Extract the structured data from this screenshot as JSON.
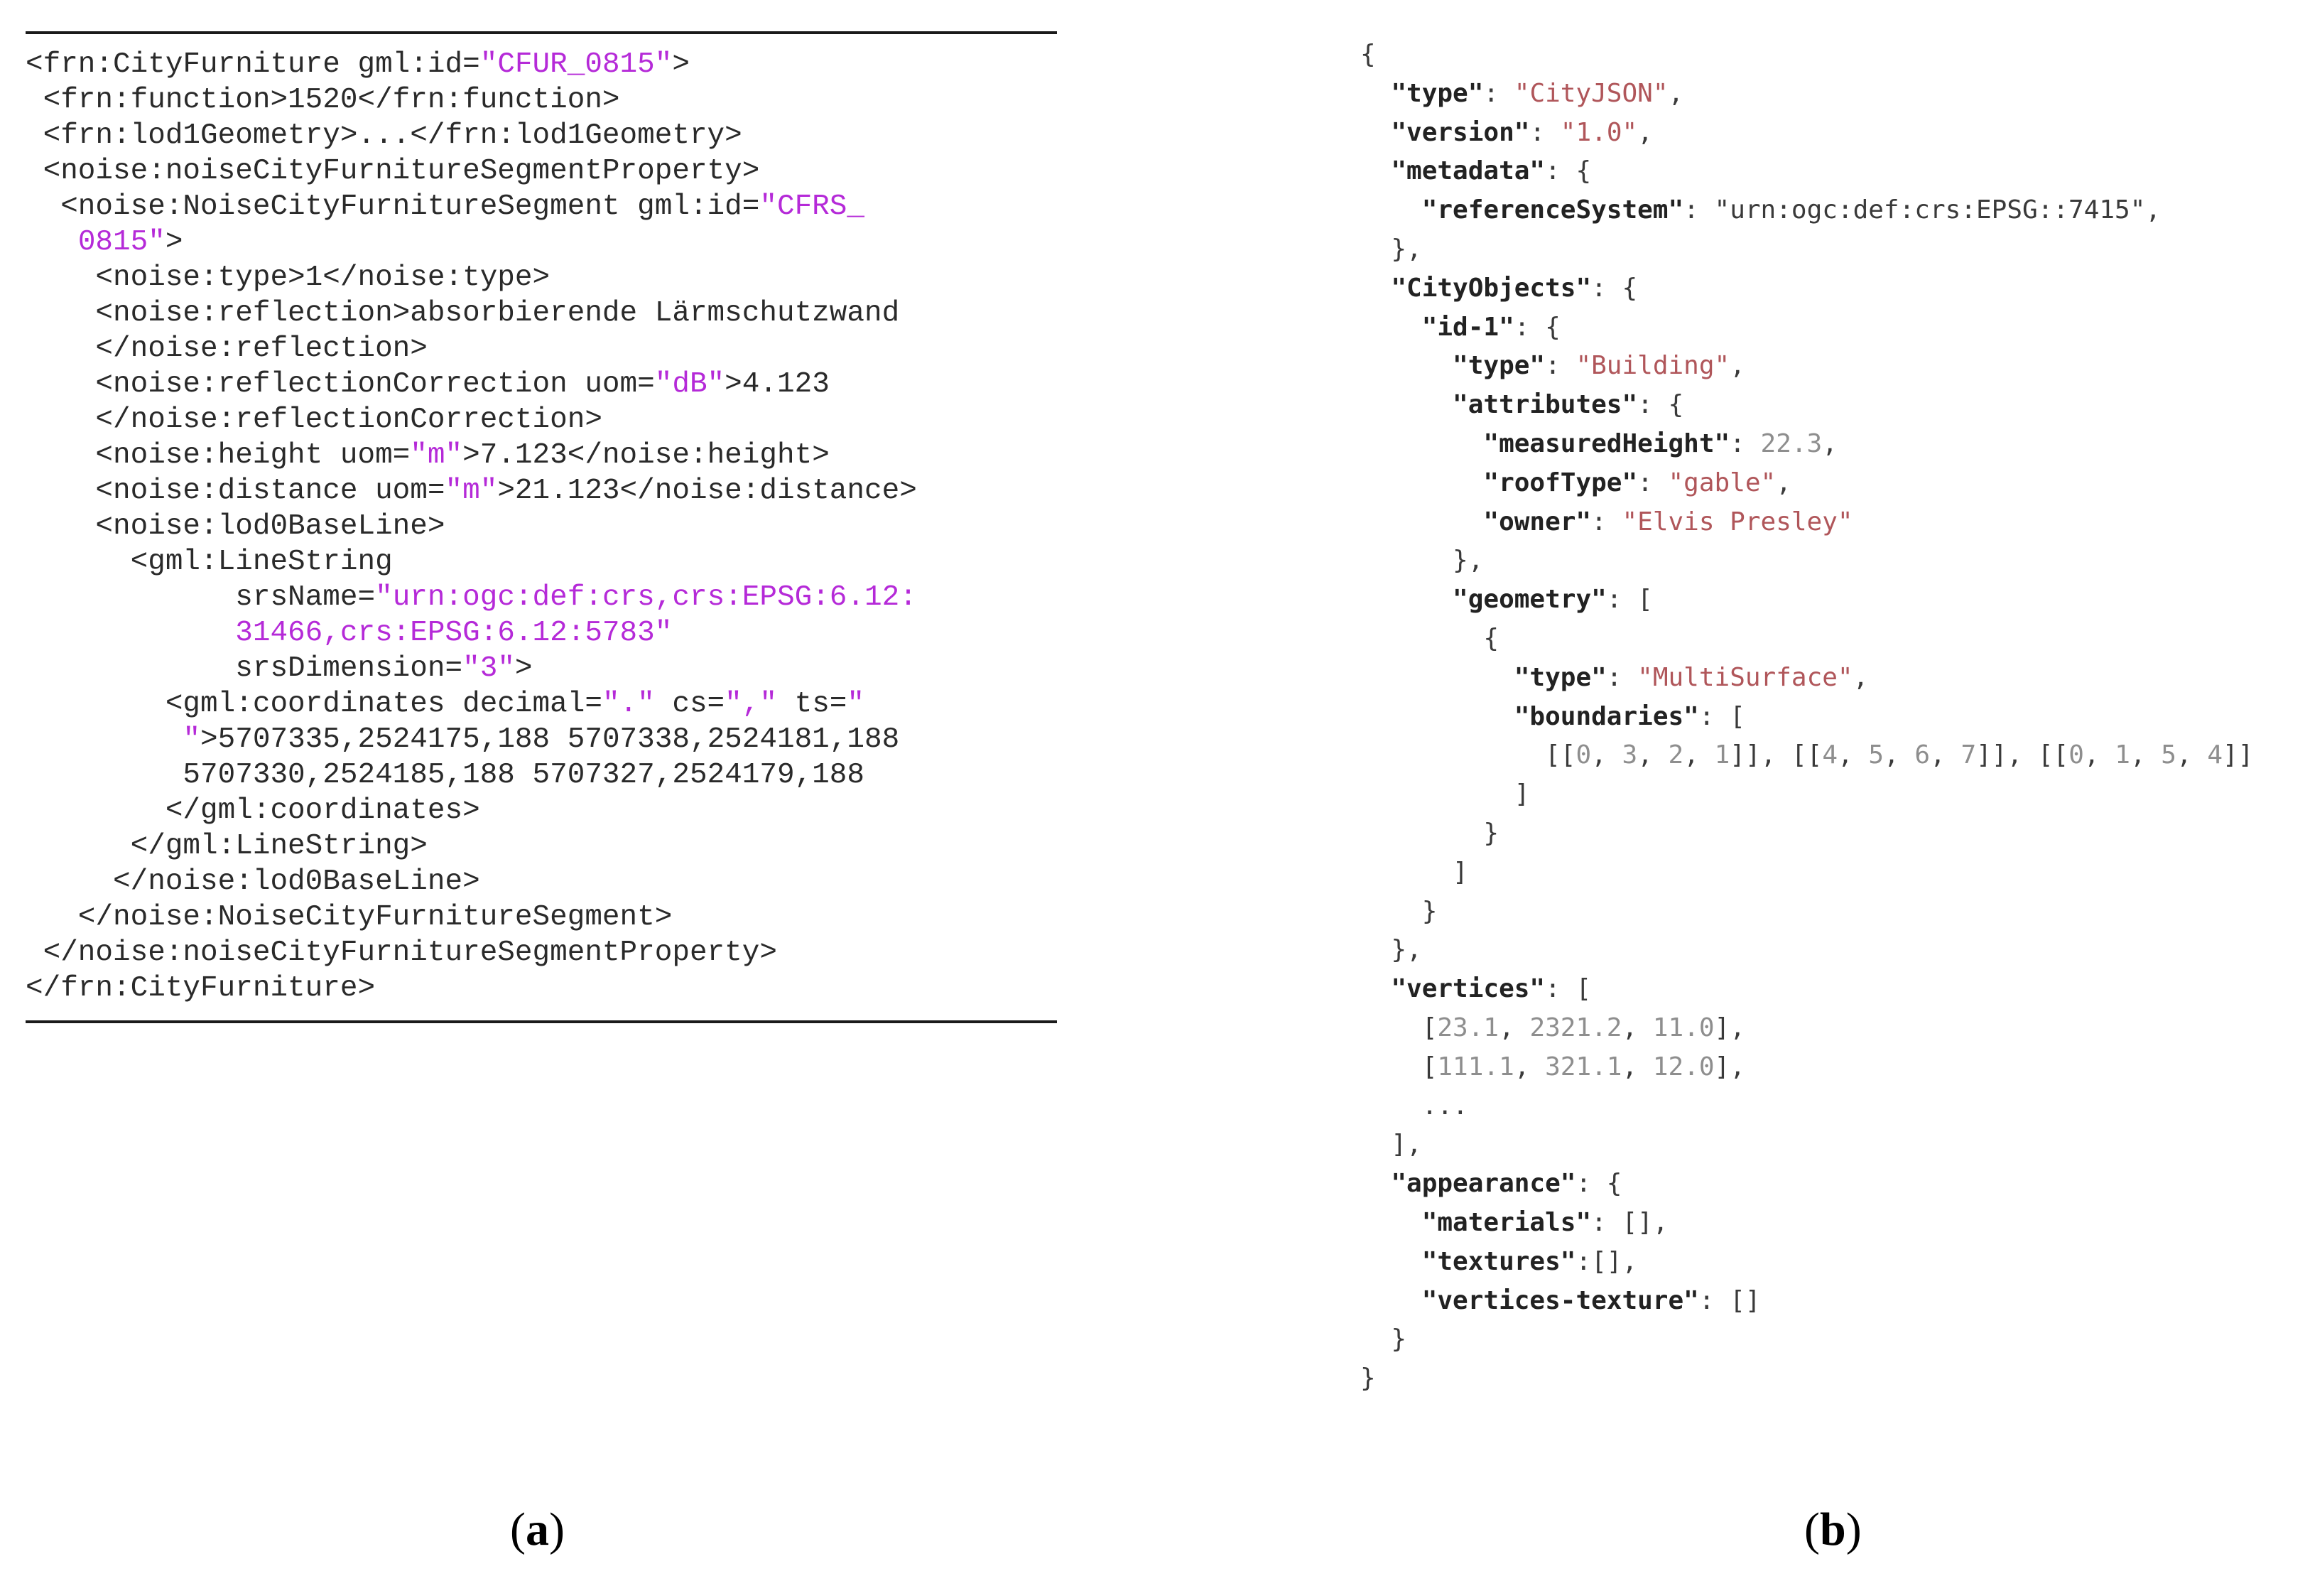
{
  "panel_a": {
    "caption_label": "a",
    "xml_lines": [
      [
        [
          "<frn:CityFurniture gml:id=",
          ""
        ],
        [
          "\"CFUR_0815\"",
          "xval"
        ],
        [
          ">",
          ""
        ]
      ],
      [
        [
          " <frn:function>1520</frn:function>",
          ""
        ]
      ],
      [
        [
          " <frn:lod1Geometry>...</frn:lod1Geometry>",
          ""
        ]
      ],
      [
        [
          " <noise:noiseCityFurnitureSegmentProperty>",
          ""
        ]
      ],
      [
        [
          "  <noise:NoiseCityFurnitureSegment gml:id=",
          ""
        ],
        [
          "\"CFRS_",
          "xval"
        ]
      ],
      [
        [
          "   ",
          ""
        ],
        [
          "0815\"",
          "xval"
        ],
        [
          ">",
          ""
        ]
      ],
      [
        [
          "    <noise:type>1</noise:type>",
          ""
        ]
      ],
      [
        [
          "    <noise:reflection>absorbierende Lärmschutzwand",
          ""
        ]
      ],
      [
        [
          "    </noise:reflection>",
          ""
        ]
      ],
      [
        [
          "    <noise:reflectionCorrection uom=",
          ""
        ],
        [
          "\"dB\"",
          "xval"
        ],
        [
          ">4.123",
          ""
        ]
      ],
      [
        [
          "    </noise:reflectionCorrection>",
          ""
        ]
      ],
      [
        [
          "    <noise:height uom=",
          ""
        ],
        [
          "\"m\"",
          "xval"
        ],
        [
          ">7.123</noise:height>",
          ""
        ]
      ],
      [
        [
          "    <noise:distance uom=",
          ""
        ],
        [
          "\"m\"",
          "xval"
        ],
        [
          ">21.123</noise:distance>",
          ""
        ]
      ],
      [
        [
          "    <noise:lod0BaseLine>",
          ""
        ]
      ],
      [
        [
          "      <gml:LineString",
          ""
        ]
      ],
      [
        [
          "            srsName=",
          ""
        ],
        [
          "\"urn:ogc:def:crs,crs:EPSG:6.12:",
          "xval"
        ]
      ],
      [
        [
          "            ",
          ""
        ],
        [
          "31466,crs:EPSG:6.12:5783\"",
          "xval"
        ]
      ],
      [
        [
          "            srsDimension=",
          ""
        ],
        [
          "\"3\"",
          "xval"
        ],
        [
          ">",
          ""
        ]
      ],
      [
        [
          "        <gml:coordinates decimal=",
          ""
        ],
        [
          "\".\"",
          "xval"
        ],
        [
          " cs=",
          ""
        ],
        [
          "\",\"",
          "xval"
        ],
        [
          " ts=",
          ""
        ],
        [
          "\"",
          "xval"
        ]
      ],
      [
        [
          "         ",
          ""
        ],
        [
          "\"",
          "xval"
        ],
        [
          ">5707335,2524175,188 5707338,2524181,188",
          ""
        ]
      ],
      [
        [
          "         5707330,2524185,188 5707327,2524179,188",
          ""
        ]
      ],
      [
        [
          "        </gml:coordinates>",
          ""
        ]
      ],
      [
        [
          "      </gml:LineString>",
          ""
        ]
      ],
      [
        [
          "     </noise:lod0BaseLine>",
          ""
        ]
      ],
      [
        [
          "   </noise:NoiseCityFurnitureSegment>",
          ""
        ]
      ],
      [
        [
          " </noise:noiseCityFurnitureSegmentProperty>",
          ""
        ]
      ],
      [
        [
          "</frn:CityFurniture>",
          ""
        ]
      ]
    ]
  },
  "panel_b": {
    "caption_label": "b",
    "json_lines": [
      [
        [
          "{",
          ""
        ]
      ],
      [
        [
          "  ",
          ""
        ],
        [
          "\"type\"",
          "k"
        ],
        [
          ": ",
          ""
        ],
        [
          "\"CityJSON\"",
          "s"
        ],
        [
          ",",
          ""
        ]
      ],
      [
        [
          "  ",
          ""
        ],
        [
          "\"version\"",
          "k"
        ],
        [
          ": ",
          ""
        ],
        [
          "\"1.0\"",
          "s"
        ],
        [
          ",",
          ""
        ]
      ],
      [
        [
          "  ",
          ""
        ],
        [
          "\"metadata\"",
          "k"
        ],
        [
          ": {",
          ""
        ]
      ],
      [
        [
          "    ",
          ""
        ],
        [
          "\"referenceSystem\"",
          "k"
        ],
        [
          ": \"urn:ogc:def:crs:EPSG::7415\",",
          ""
        ]
      ],
      [
        [
          "  },",
          ""
        ]
      ],
      [
        [
          "  ",
          ""
        ],
        [
          "\"CityObjects\"",
          "k"
        ],
        [
          ": {",
          ""
        ]
      ],
      [
        [
          "    ",
          ""
        ],
        [
          "\"id-1\"",
          "k"
        ],
        [
          ": {",
          ""
        ]
      ],
      [
        [
          "      ",
          ""
        ],
        [
          "\"type\"",
          "k"
        ],
        [
          ": ",
          ""
        ],
        [
          "\"Building\"",
          "s"
        ],
        [
          ",",
          ""
        ]
      ],
      [
        [
          "      ",
          ""
        ],
        [
          "\"attributes\"",
          "k"
        ],
        [
          ": {",
          ""
        ]
      ],
      [
        [
          "        ",
          ""
        ],
        [
          "\"measuredHeight\"",
          "k"
        ],
        [
          ": ",
          ""
        ],
        [
          "22.3",
          "n"
        ],
        [
          ",",
          ""
        ]
      ],
      [
        [
          "        ",
          ""
        ],
        [
          "\"roofType\"",
          "k"
        ],
        [
          ": ",
          ""
        ],
        [
          "\"gable\"",
          "s"
        ],
        [
          ",",
          ""
        ]
      ],
      [
        [
          "        ",
          ""
        ],
        [
          "\"owner\"",
          "k"
        ],
        [
          ": ",
          ""
        ],
        [
          "\"Elvis Presley\"",
          "s"
        ]
      ],
      [
        [
          "      },",
          ""
        ]
      ],
      [
        [
          "      ",
          ""
        ],
        [
          "\"geometry\"",
          "k"
        ],
        [
          ": [",
          ""
        ]
      ],
      [
        [
          "        {",
          ""
        ]
      ],
      [
        [
          "          ",
          ""
        ],
        [
          "\"type\"",
          "k"
        ],
        [
          ": ",
          ""
        ],
        [
          "\"MultiSurface\"",
          "s"
        ],
        [
          ",",
          ""
        ]
      ],
      [
        [
          "          ",
          ""
        ],
        [
          "\"boundaries\"",
          "k"
        ],
        [
          ": [",
          ""
        ]
      ],
      [
        [
          "            [[",
          ""
        ],
        [
          "0",
          "n"
        ],
        [
          ", ",
          ""
        ],
        [
          "3",
          "n"
        ],
        [
          ", ",
          ""
        ],
        [
          "2",
          "n"
        ],
        [
          ", ",
          ""
        ],
        [
          "1",
          "n"
        ],
        [
          "]], [[",
          ""
        ],
        [
          "4",
          "n"
        ],
        [
          ", ",
          ""
        ],
        [
          "5",
          "n"
        ],
        [
          ", ",
          ""
        ],
        [
          "6",
          "n"
        ],
        [
          ", ",
          ""
        ],
        [
          "7",
          "n"
        ],
        [
          "]], [[",
          ""
        ],
        [
          "0",
          "n"
        ],
        [
          ", ",
          ""
        ],
        [
          "1",
          "n"
        ],
        [
          ", ",
          ""
        ],
        [
          "5",
          "n"
        ],
        [
          ", ",
          ""
        ],
        [
          "4",
          "n"
        ],
        [
          "]]",
          ""
        ]
      ],
      [
        [
          "          ]",
          ""
        ]
      ],
      [
        [
          "        }",
          ""
        ]
      ],
      [
        [
          "      ]",
          ""
        ]
      ],
      [
        [
          "    }",
          ""
        ]
      ],
      [
        [
          "  },",
          ""
        ]
      ],
      [
        [
          "  ",
          ""
        ],
        [
          "\"vertices\"",
          "k"
        ],
        [
          ": [",
          ""
        ]
      ],
      [
        [
          "    [",
          ""
        ],
        [
          "23.1",
          "n"
        ],
        [
          ", ",
          ""
        ],
        [
          "2321.2",
          "n"
        ],
        [
          ", ",
          ""
        ],
        [
          "11.0",
          "n"
        ],
        [
          "],",
          ""
        ]
      ],
      [
        [
          "    [",
          ""
        ],
        [
          "111.1",
          "n"
        ],
        [
          ", ",
          ""
        ],
        [
          "321.1",
          "n"
        ],
        [
          ", ",
          ""
        ],
        [
          "12.0",
          "n"
        ],
        [
          "],",
          ""
        ]
      ],
      [
        [
          "    ...",
          ""
        ]
      ],
      [
        [
          "  ],",
          ""
        ]
      ],
      [
        [
          "  ",
          ""
        ],
        [
          "\"appearance\"",
          "k"
        ],
        [
          ": {",
          ""
        ]
      ],
      [
        [
          "    ",
          ""
        ],
        [
          "\"materials\"",
          "k"
        ],
        [
          ": [],",
          ""
        ]
      ],
      [
        [
          "    ",
          ""
        ],
        [
          "\"textures\"",
          "k"
        ],
        [
          ":[],",
          ""
        ]
      ],
      [
        [
          "    ",
          ""
        ],
        [
          "\"vertices-texture\"",
          "k"
        ],
        [
          ": []",
          ""
        ]
      ],
      [
        [
          "  }",
          ""
        ]
      ],
      [
        [
          "}",
          ""
        ]
      ]
    ]
  }
}
